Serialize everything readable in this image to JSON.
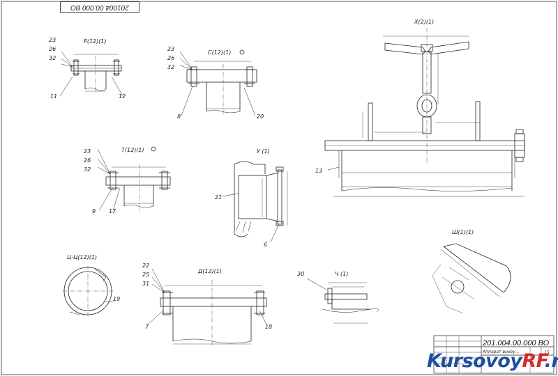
{
  "stamp": "201004.00.000 ВО",
  "views": {
    "r": "Р(12)(1)",
    "s": "С(12)(1)",
    "t": "Т(12)(1)",
    "u": "У (1)",
    "x": "Х(2)(1)",
    "cc": "Ц-Ц(12)(1)",
    "d": "Д(12)(1)",
    "v": "Ч (1)",
    "sh": "Ш(1)(1)"
  },
  "callouts": {
    "r": [
      "23",
      "26",
      "32",
      "11",
      "12"
    ],
    "s": [
      "23",
      "26",
      "32",
      "8",
      "20"
    ],
    "t": [
      "23",
      "26",
      "32",
      "9",
      "17"
    ],
    "u": [
      "21",
      "6"
    ],
    "x": [
      "13"
    ],
    "cc": [
      "19"
    ],
    "d": [
      "22",
      "25",
      "31",
      "7",
      "18"
    ],
    "v": [
      "30"
    ]
  },
  "title_block": {
    "designation": "201.004.00.000 ВО",
    "name": "Аппарат внизу...",
    "scale": "15"
  },
  "watermark": {
    "brand": "Kursovoy",
    "suffix": "RF",
    "tld": ".ru"
  }
}
